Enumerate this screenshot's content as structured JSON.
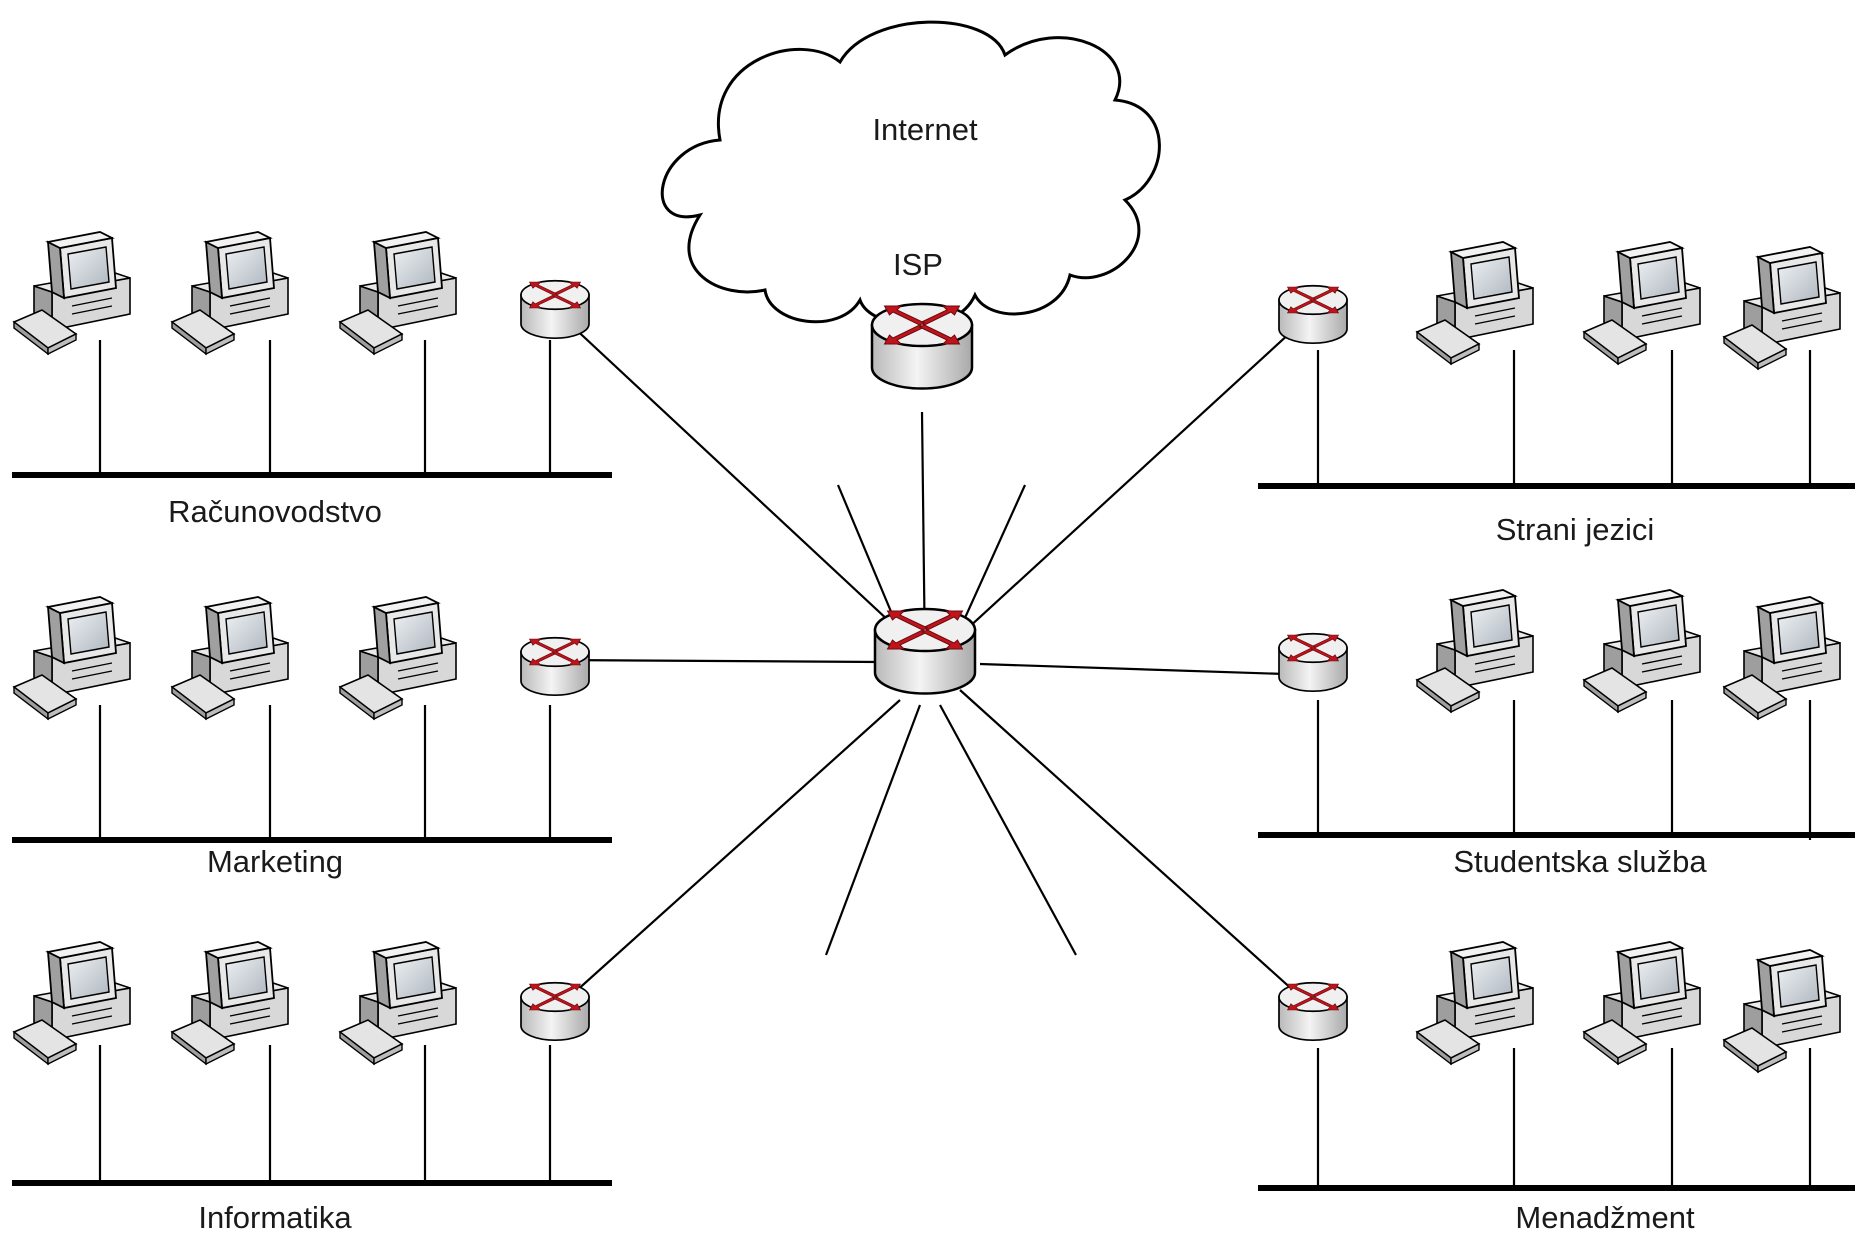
{
  "cloud": {
    "label": "Internet",
    "isp_label": "ISP"
  },
  "departments": [
    {
      "name": "Računovodstvo",
      "side": "left",
      "computers": 3
    },
    {
      "name": "Marketing",
      "side": "left",
      "computers": 3
    },
    {
      "name": "Informatika",
      "side": "left",
      "computers": 3
    },
    {
      "name": "Strani jezici",
      "side": "right",
      "computers": 3
    },
    {
      "name": "Studentska služba",
      "side": "right",
      "computers": 3
    },
    {
      "name": "Menadžment",
      "side": "right",
      "computers": 3
    }
  ],
  "colors": {
    "router_arrow": "#c0141c",
    "router_body": "#e6e6e6",
    "monitor_screen": "#c6ccd2",
    "line": "#000000"
  },
  "icons": {
    "router": "router-icon",
    "computer": "computer-icon",
    "cloud": "cloud-icon"
  }
}
